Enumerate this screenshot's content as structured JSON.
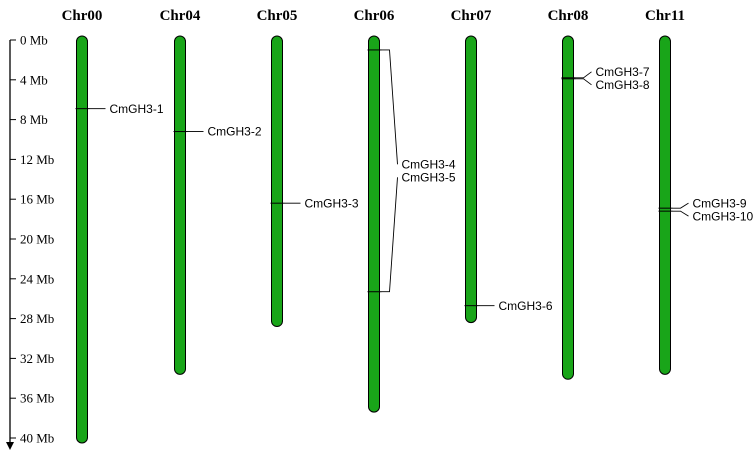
{
  "scale": {
    "unit": "Mb",
    "ticks": [
      "0 Mb",
      "4 Mb",
      "8 Mb",
      "12 Mb",
      "16 Mb",
      "20 Mb",
      "24 Mb",
      "28 Mb",
      "32 Mb",
      "36 Mb",
      "40 Mb"
    ],
    "tick_values_mb": [
      0,
      4,
      8,
      12,
      16,
      20,
      24,
      28,
      32,
      36,
      40
    ]
  },
  "colors": {
    "chromosome_fill": "#19a519",
    "chromosome_stroke": "#000000",
    "line": "#000000"
  },
  "chromosomes": [
    {
      "name": "Chr00",
      "length_mb": 40.5,
      "genes": [
        {
          "label": "CmGH3-1",
          "pos_mb": 6.9
        }
      ]
    },
    {
      "name": "Chr04",
      "length_mb": 33.6,
      "genes": [
        {
          "label": "CmGH3-2",
          "pos_mb": 9.2
        }
      ]
    },
    {
      "name": "Chr05",
      "length_mb": 28.8,
      "genes": [
        {
          "label": "CmGH3-3",
          "pos_mb": 16.4
        }
      ]
    },
    {
      "name": "Chr06",
      "length_mb": 37.4,
      "genes": [
        {
          "label": "CmGH3-4",
          "pos_mb": 1.0
        },
        {
          "label": "CmGH3-5",
          "pos_mb": 25.3
        }
      ]
    },
    {
      "name": "Chr07",
      "length_mb": 28.4,
      "genes": [
        {
          "label": "CmGH3-6",
          "pos_mb": 26.7
        }
      ]
    },
    {
      "name": "Chr08",
      "length_mb": 34.1,
      "genes": [
        {
          "label": "CmGH3-7",
          "pos_mb": 3.8
        },
        {
          "label": "CmGH3-8",
          "pos_mb": 3.9
        }
      ]
    },
    {
      "name": "Chr11",
      "length_mb": 33.6,
      "genes": [
        {
          "label": "CmGH3-9",
          "pos_mb": 16.9
        },
        {
          "label": "CmGH3-10",
          "pos_mb": 17.2
        }
      ]
    }
  ]
}
